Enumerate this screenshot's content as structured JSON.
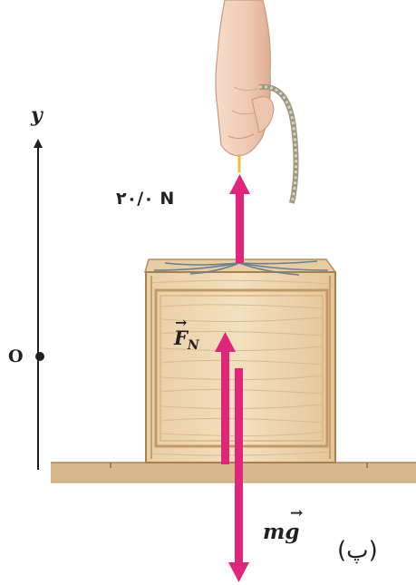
{
  "axis": {
    "label": "y"
  },
  "origin": {
    "label": "O"
  },
  "forces": {
    "tension_label": "۲۰/۰ N",
    "normal_symbol": "F",
    "normal_subscript": "N",
    "weight_symbol": "mg",
    "vector_arrow": "→"
  },
  "panel": {
    "label": "(پ)"
  },
  "colors": {
    "force_arrow": "#e0267a",
    "wood_light": "#efd9b3",
    "wood_dark": "#c9a06d",
    "floor": "#d3b486",
    "axis": "#231f20",
    "hand": "#f1cfb8",
    "spring_scale": "#b8b29a"
  }
}
